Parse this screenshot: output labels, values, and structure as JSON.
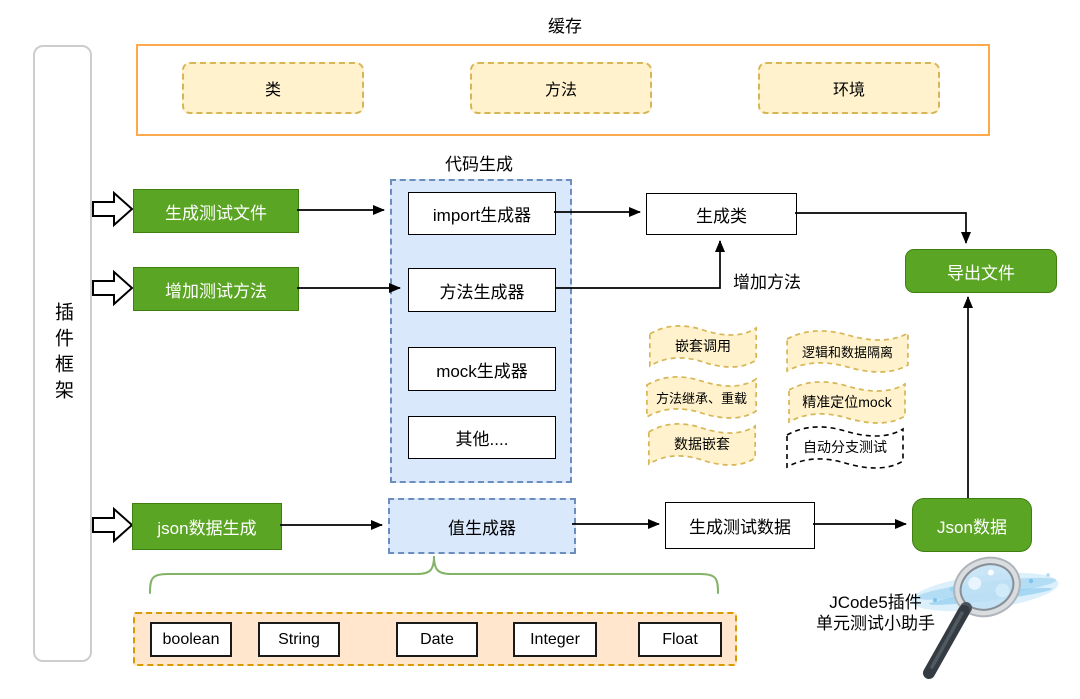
{
  "cache": {
    "title": "缓存",
    "items": [
      "类",
      "方法",
      "环境"
    ]
  },
  "framework": {
    "label": "插件框架"
  },
  "entry_actions": [
    "生成测试文件",
    "增加测试方法",
    "json数据生成"
  ],
  "code_generation": {
    "title": "代码生成",
    "generators": [
      "import生成器",
      "方法生成器",
      "mock生成器",
      "其他...."
    ]
  },
  "flow": {
    "generate_class": "生成类",
    "add_method": "增加方法",
    "export_file": "导出文件",
    "value_generator": "值生成器",
    "generate_test_data": "生成测试数据",
    "json_data": "Json数据"
  },
  "features": {
    "left": [
      "嵌套调用",
      "方法继承、重载",
      "数据嵌套"
    ],
    "right": [
      "逻辑和数据隔离",
      "精准定位mock",
      "自动分支测试"
    ]
  },
  "value_types": [
    "boolean",
    "String",
    "Date",
    "Integer",
    "Float"
  ],
  "branding": {
    "line1": "JCode5插件",
    "line2": "单元测试小助手",
    "icon": "magnifier-icon"
  },
  "colors": {
    "green_fill": "#5BA524",
    "green_border": "#3F7F10",
    "blue_fill": "#DAE8FC",
    "blue_border": "#6C8EBF",
    "yellow_fill": "#FFF2CC",
    "yellow_border": "#D6B656",
    "orange_fill": "#FFE6CC",
    "orange_border": "#D79B00",
    "cache_border": "#FFA94D",
    "brace": "#82B366",
    "arrow": "#000000"
  }
}
